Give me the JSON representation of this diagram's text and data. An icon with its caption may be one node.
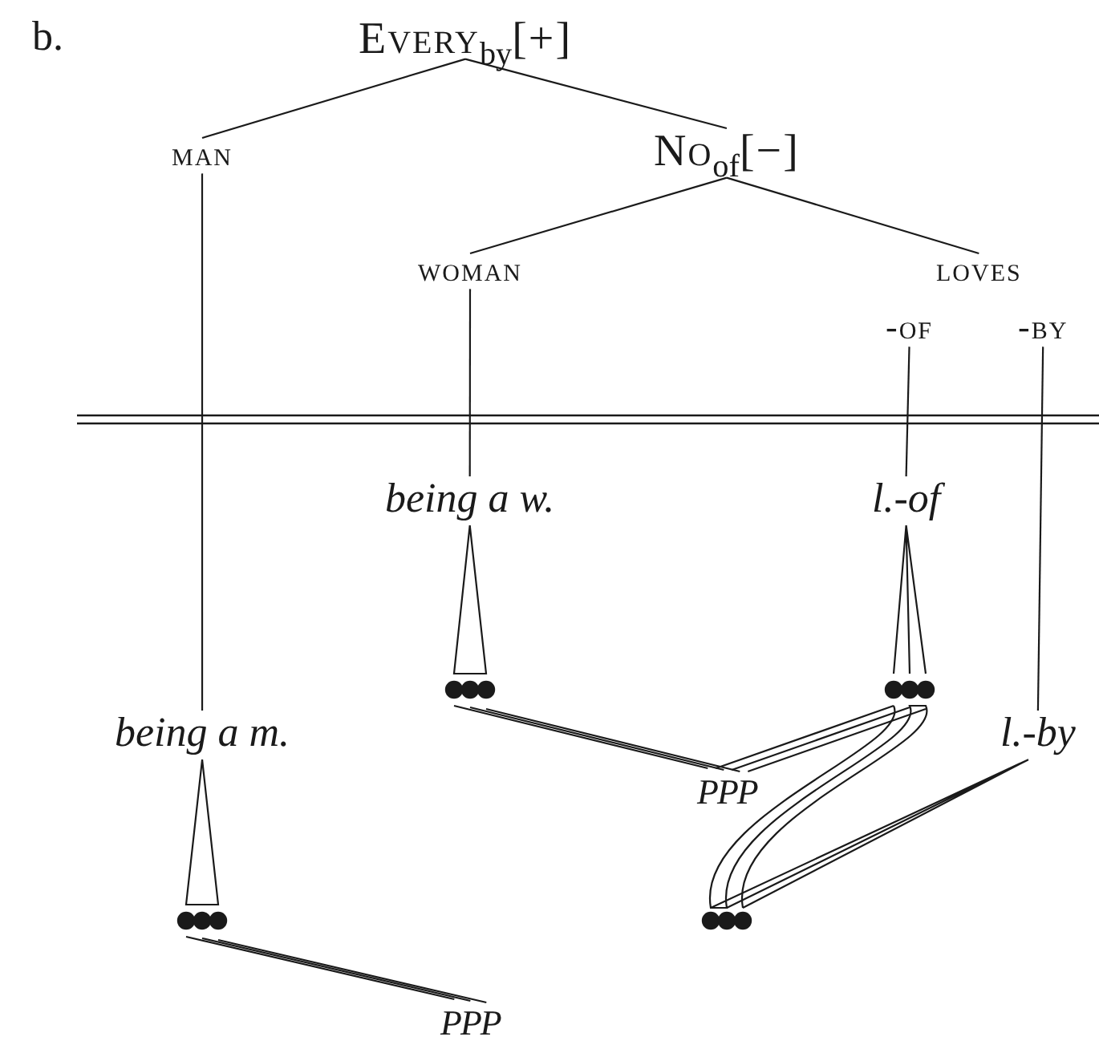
{
  "diagram": {
    "nodes": [
      {
        "text": [
          "Every$_{by}$[+]"
        ]
      },
      {
        "text": [
          "man"
        ]
      },
      {
        "text": [
          "No$_{of}$[−]"
        ]
      },
      {
        "text": [
          "woman"
        ]
      },
      {
        "text": [
          "loves"
        ]
      },
      {
        "text": [
          "-of"
        ]
      },
      {
        "text": [
          "-by"
        ]
      },
      {
        "text": [
          "being a w."
        ]
      },
      {
        "text": [
          "l.-of"
        ]
      },
      {
        "text": [],
        "shape": "circle"
      },
      {
        "text": [],
        "shape": "circle"
      },
      {
        "text": [
          "being a m."
        ]
      },
      {
        "text": [
          "l.-by"
        ]
      },
      {
        "text": [
          "PPP"
        ]
      },
      {
        "text": [],
        "shape": "circle"
      },
      {
        "text": [],
        "shape": "circle"
      },
      {
        "text": [
          "PPP"
        ]
      }
    ],
    "edges": [
      {
        "from": 0,
        "to": 1,
        "arrow": "none"
      },
      {
        "from": 0,
        "to": 2,
        "arrow": "none"
      },
      {
        "from": 2,
        "to": 3,
        "arrow": "none"
      },
      {
        "from": 2,
        "to": 4,
        "arrow": "none"
      },
      {
        "from": 1,
        "to": 11,
        "arrow": "none"
      },
      {
        "from": 3,
        "to": 7,
        "arrow": "none"
      },
      {
        "from": 5,
        "to": 8,
        "arrow": "none"
      },
      {
        "from": 6,
        "to": 12,
        "arrow": "none"
      },
      {
        "from": 7,
        "to": 9,
        "arrow": "none"
      },
      {
        "from": 8,
        "to": 10,
        "arrow": "none"
      },
      {
        "from": 11,
        "to": 14,
        "arrow": "none"
      },
      {
        "from": 9,
        "to": 13,
        "arrow": "none"
      },
      {
        "from": 10,
        "to": 13,
        "arrow": "none"
      },
      {
        "from": 10,
        "to": 15,
        "arrow": "none"
      },
      {
        "from": 12,
        "to": 15,
        "arrow": "none"
      },
      {
        "from": 14,
        "to": 16,
        "arrow": "none"
      }
    ],
    "labels": [
      "b."
    ]
  }
}
